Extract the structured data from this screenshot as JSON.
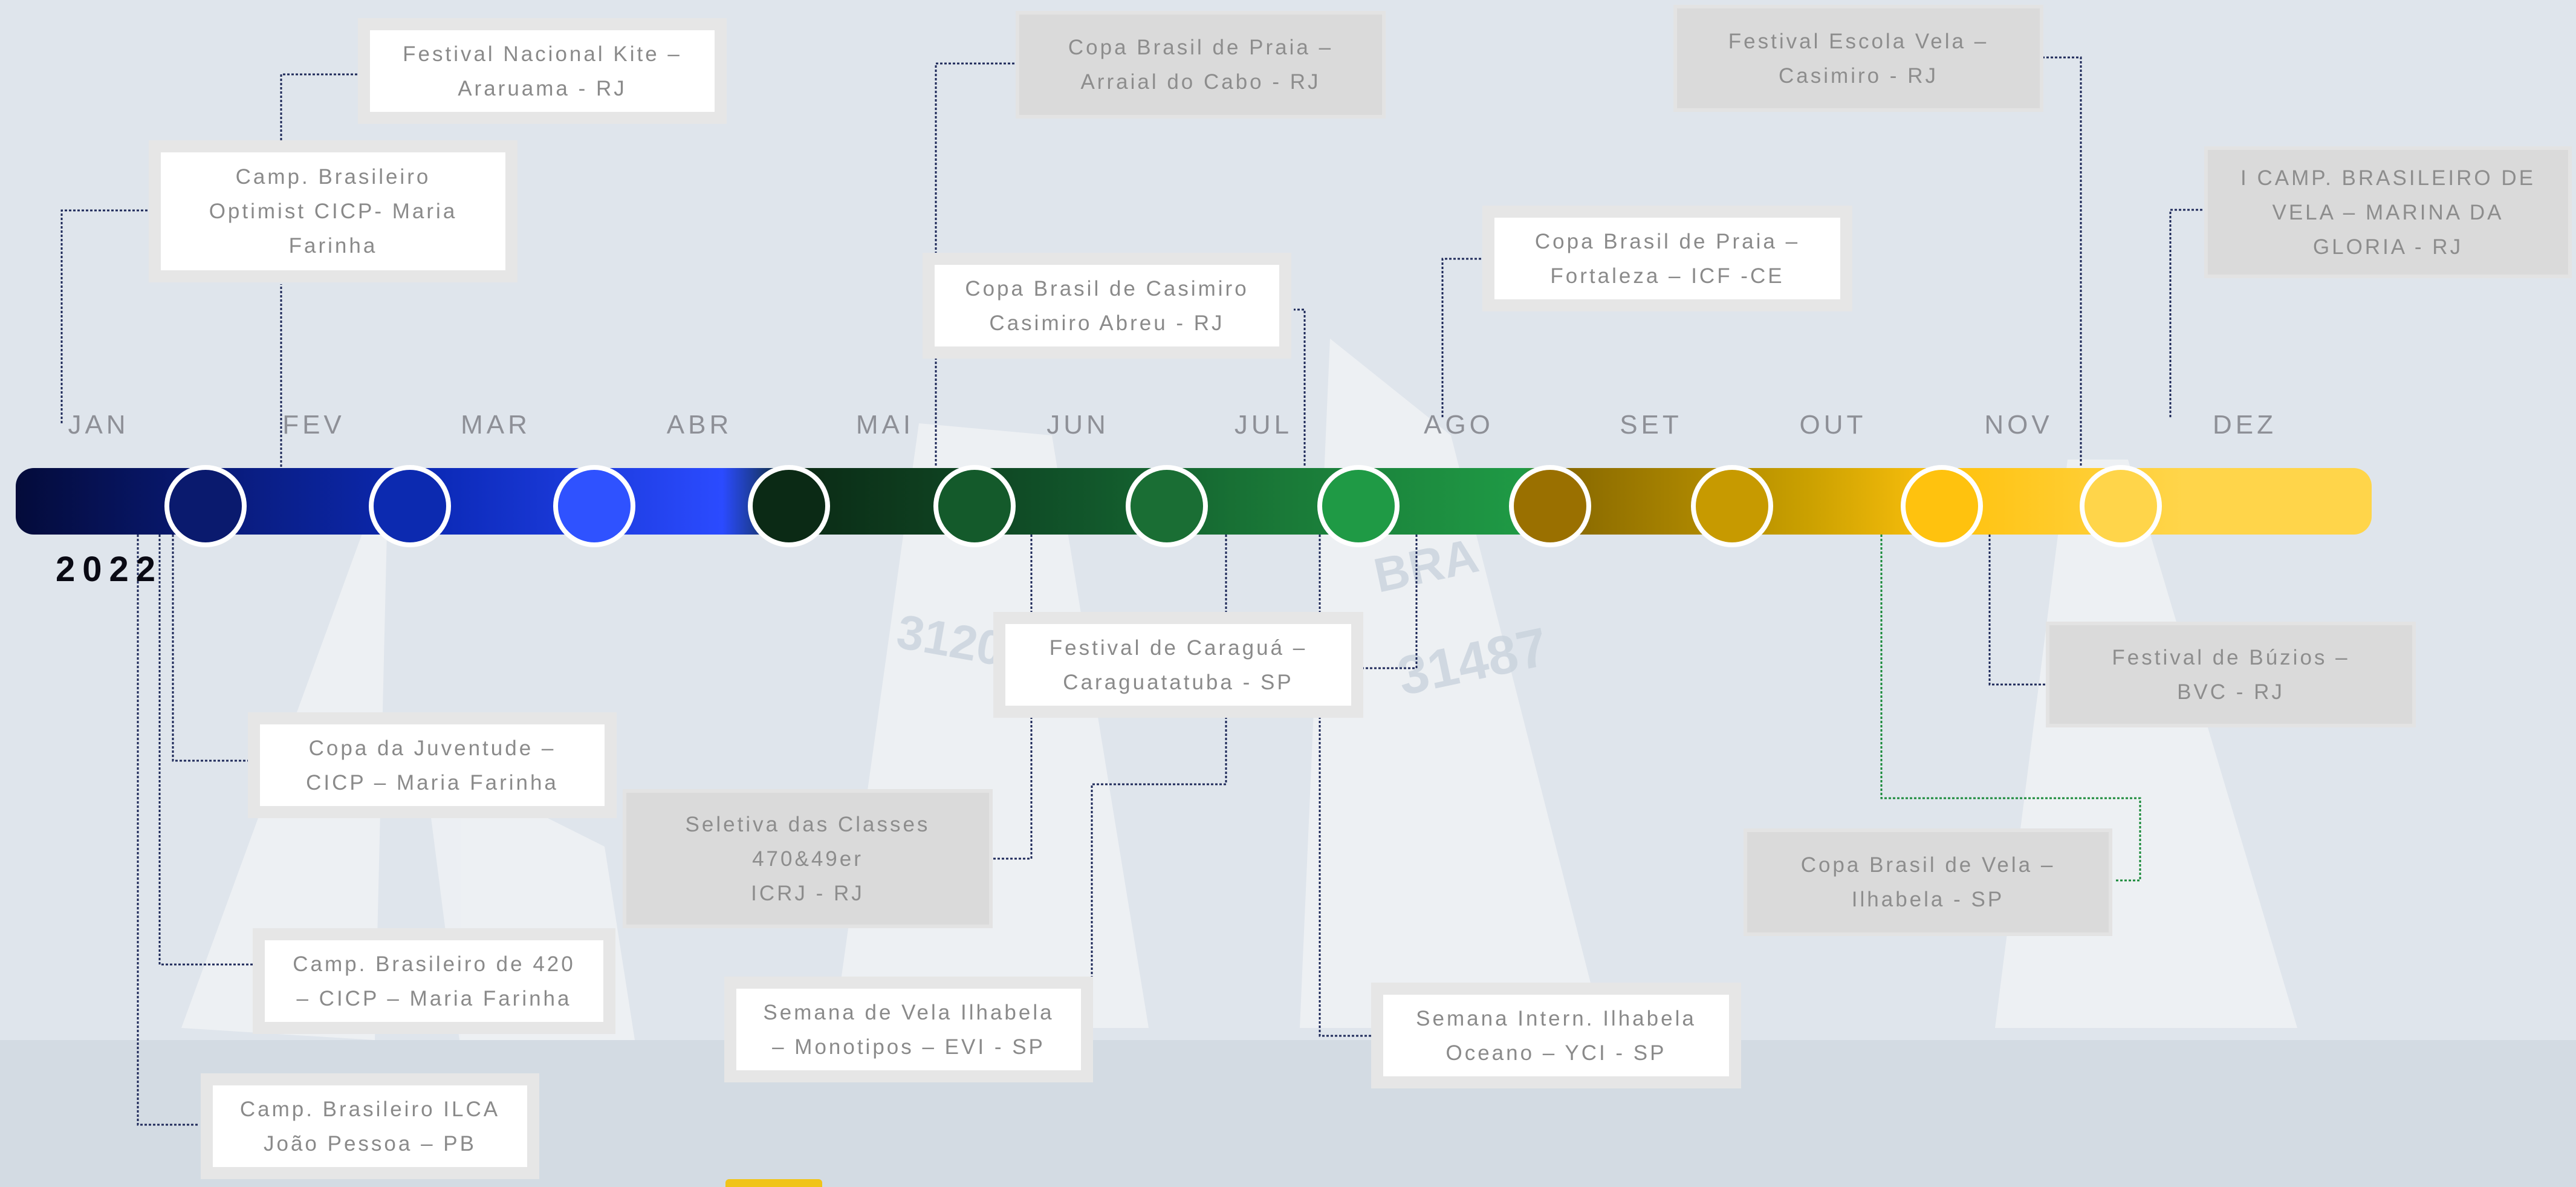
{
  "timeline": {
    "year": "2022",
    "months": [
      "JAN",
      "FEV",
      "MAR",
      "ABR",
      "MAI",
      "JUN",
      "JUL",
      "AGO",
      "SET",
      "OUT",
      "NOV",
      "DEZ"
    ],
    "milestone_colors": [
      "#0a1a6e",
      "#0c2ab0",
      "#2f52ff",
      "#0b2a15",
      "#145a2b",
      "#1a6e34",
      "#1f9a45",
      "#9a7000",
      "#c79a00",
      "#ffc20e",
      "#ffd54a"
    ]
  },
  "events": [
    {
      "id": "kite",
      "text": "Festival Nacional Kite –\nAraruama - RJ",
      "style": "hi"
    },
    {
      "id": "optimist",
      "text": "Camp. Brasileiro\nOptimist CICP- Maria\nFarinha",
      "style": "hi"
    },
    {
      "id": "praia-arraial",
      "text": "Copa Brasil de Praia –\nArraial do Cabo - RJ",
      "style": "lo"
    },
    {
      "id": "casimiro",
      "text": "Copa Brasil de Casimiro\nCasimiro Abreu - RJ",
      "style": "hi"
    },
    {
      "id": "escola-vela",
      "text": "Festival Escola Vela –\nCasimiro - RJ",
      "style": "lo"
    },
    {
      "id": "praia-fortaleza",
      "text": "Copa Brasil de Praia –\nFortaleza – ICF -CE",
      "style": "hi"
    },
    {
      "id": "marina-gloria",
      "text": "I CAMP. BRASILEIRO DE\nVELA – MARINA DA\nGLORIA - RJ",
      "style": "lo"
    },
    {
      "id": "caragua",
      "text": "Festival de Caraguá –\nCaraguatatuba - SP",
      "style": "hi"
    },
    {
      "id": "buzios",
      "text": "Festival de Búzios –\nBVC - RJ",
      "style": "lo"
    },
    {
      "id": "juventude",
      "text": "Copa da Juventude –\nCICP – Maria Farinha",
      "style": "hi"
    },
    {
      "id": "seletiva",
      "text": "Seletiva das Classes\n470&49er\nICRJ - RJ",
      "style": "lo"
    },
    {
      "id": "vela-ilhabela",
      "text": "Copa Brasil de Vela –\nIlhabela - SP",
      "style": "lo"
    },
    {
      "id": "camp-420",
      "text": "Camp. Brasileiro de 420\n– CICP – Maria Farinha",
      "style": "hi"
    },
    {
      "id": "semana-monotipos",
      "text": "Semana de Vela Ilhabela\n– Monotipos – EVI - SP",
      "style": "hi"
    },
    {
      "id": "semana-oceano",
      "text": "Semana Intern. Ilhabela\nOceano – YCI - SP",
      "style": "hi"
    },
    {
      "id": "ilca",
      "text": "Camp. Brasileiro ILCA\nJoão Pessoa – PB",
      "style": "hi"
    }
  ]
}
